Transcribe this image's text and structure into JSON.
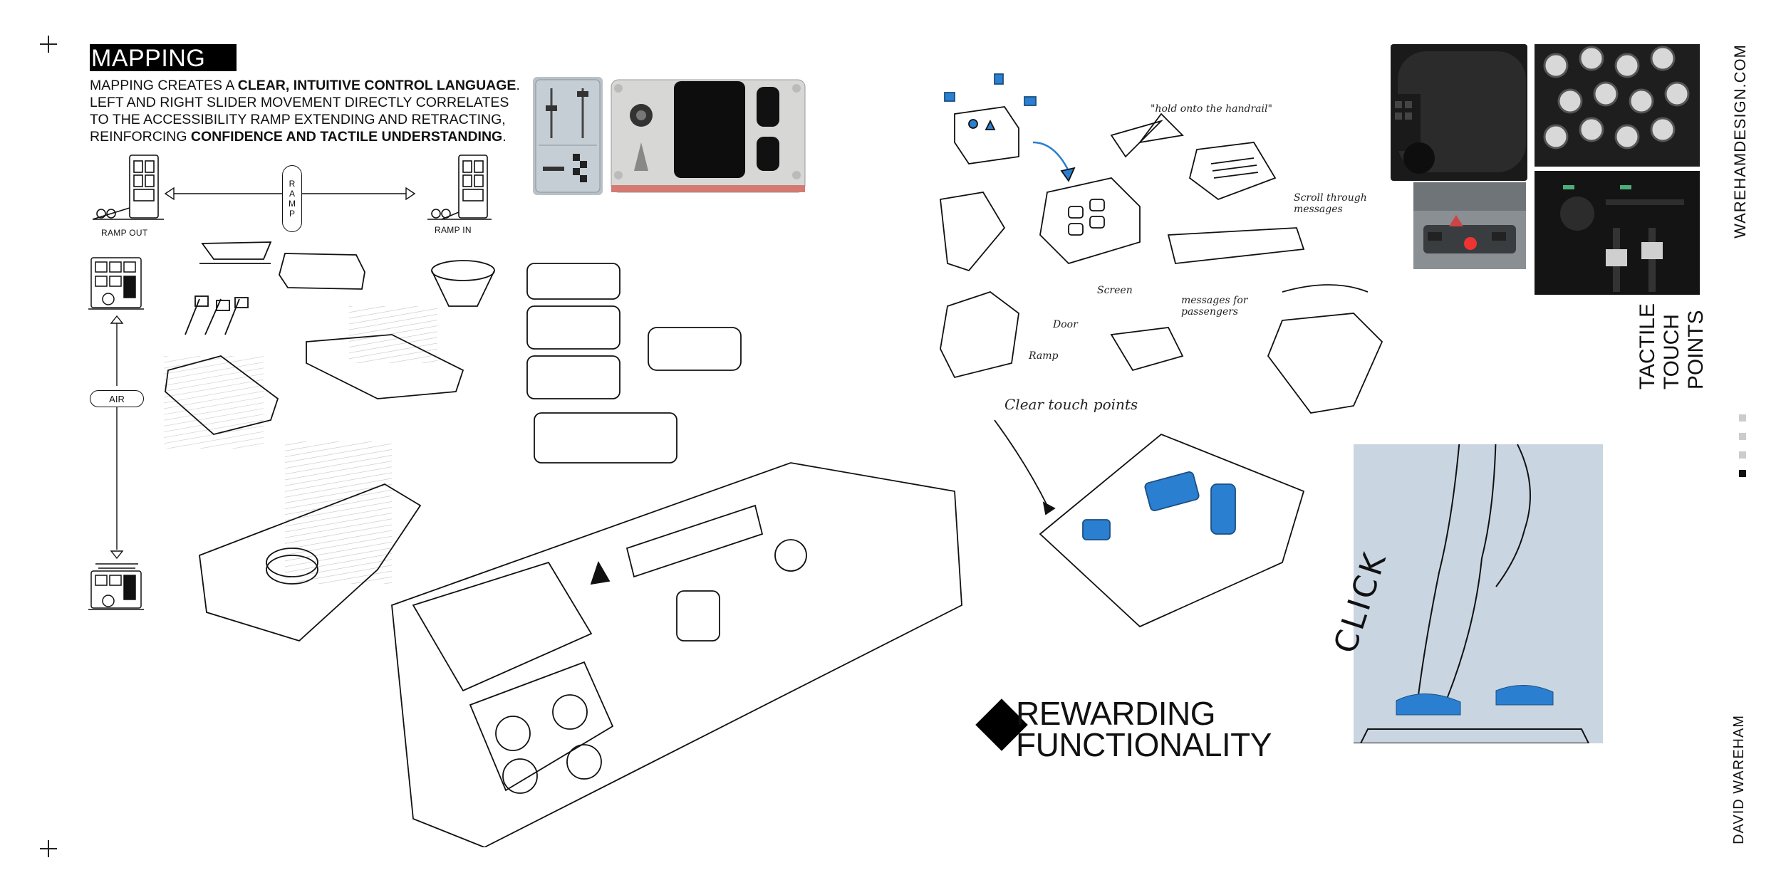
{
  "header": {
    "title": "MAPPING",
    "body_plain_1": "MAPPING CREATES A ",
    "body_bold_1": "CLEAR, INTUITIVE CONTROL LANGUAGE",
    "body_plain_2": ". LEFT AND RIGHT SLIDER MOVEMENT DIRECTLY CORRELATES TO THE ACCESSIBILITY RAMP EXTENDING AND RETRACTING, REINFORCING ",
    "body_bold_2": "CONFIDENCE AND TACTILE UNDERSTANDING",
    "body_plain_3": "."
  },
  "diagram": {
    "ramp_label": "RAMP",
    "ramp_letters": [
      "R",
      "A",
      "M",
      "P"
    ],
    "ramp_out": "RAMP OUT",
    "ramp_in": "RAMP IN",
    "air": "AIR"
  },
  "annotations": {
    "hold_handrail": "\"hold onto the handrail\"",
    "scroll_messages": "Scroll through messages",
    "screen": "Screen",
    "door": "Door",
    "ramp": "Ramp",
    "messages_passengers": "messages for passengers",
    "clear_touch": "Clear touch points",
    "click": "CLICK"
  },
  "headline": {
    "line1": "REWARDING",
    "line2": "FUNCTIONALITY"
  },
  "sidebar": {
    "website": "WAREHAMDESIGN.COM",
    "tactile_lines": [
      "TACTILE",
      "TOUCH",
      "POINTS"
    ],
    "author": "DAVID WAREHAM"
  },
  "colors": {
    "accent_blue": "#2a7fd0",
    "panel_blue_gray": "#c9d6e2",
    "ink": "#111111"
  }
}
